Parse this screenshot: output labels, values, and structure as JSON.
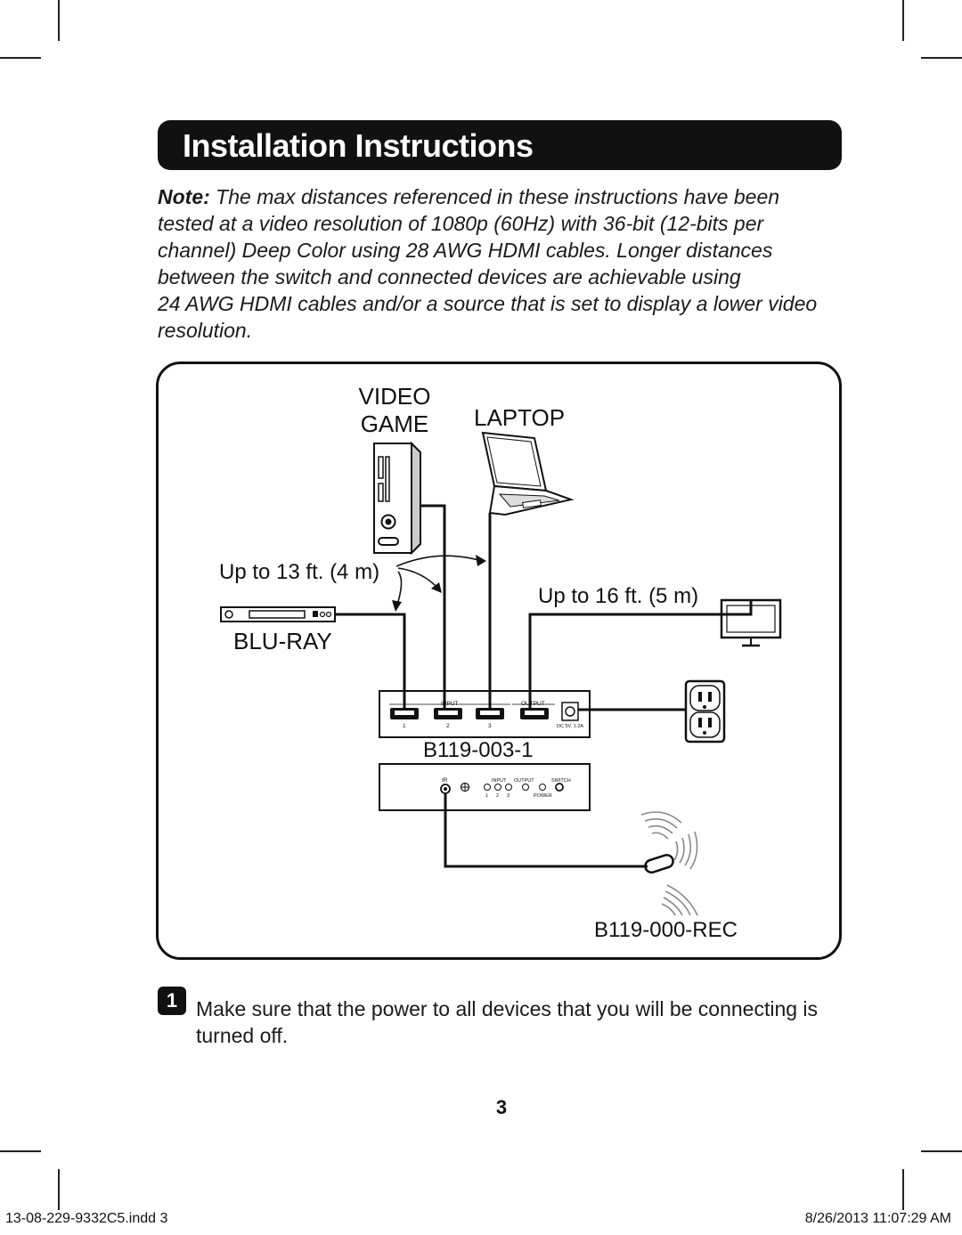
{
  "header": {
    "title": "Installation Instructions"
  },
  "note": {
    "lead": "Note:",
    "lines": [
      " The max distances referenced in these instructions have been",
      "tested at a video resolution of 1080p (60Hz) with 36-bit (12-bits per",
      "channel) Deep Color using 28 AWG HDMI cables. Longer distances",
      "between the switch and connected devices are achievable using",
      "24 AWG HDMI cables and/or a source that is set to display a lower video",
      "resolution."
    ]
  },
  "diagram": {
    "video_game_line1": "VIDEO",
    "video_game_line2": "GAME",
    "laptop": "LAPTOP",
    "input_distance": "Up to 13 ft. (4 m)",
    "output_distance": "Up to 16 ft. (5 m)",
    "blu_ray": "BLU-RAY",
    "switch_model": "B119-003-1",
    "receiver_model": "B119-000-REC",
    "switch_panel": {
      "input_label": "INPUT",
      "output_label": "OUTPUT",
      "port_numbers": [
        "1",
        "2",
        "3"
      ],
      "power_label": "DC 5V, 1.2A"
    },
    "front_panel": {
      "ir_label": "IR",
      "input_label": "INPUT",
      "output_label": "OUTPUT",
      "switch_label": "SWITCH",
      "led_numbers": [
        "1",
        "2",
        "3"
      ],
      "power_label": "POWER"
    }
  },
  "step1": {
    "number": "1",
    "text": "Make sure that the power to all devices that you will be connecting is turned off."
  },
  "page_number": "3",
  "footer": {
    "file": "13-08-229-9332C5.indd   3",
    "timestamp": "8/26/2013   11:07:29 AM"
  }
}
